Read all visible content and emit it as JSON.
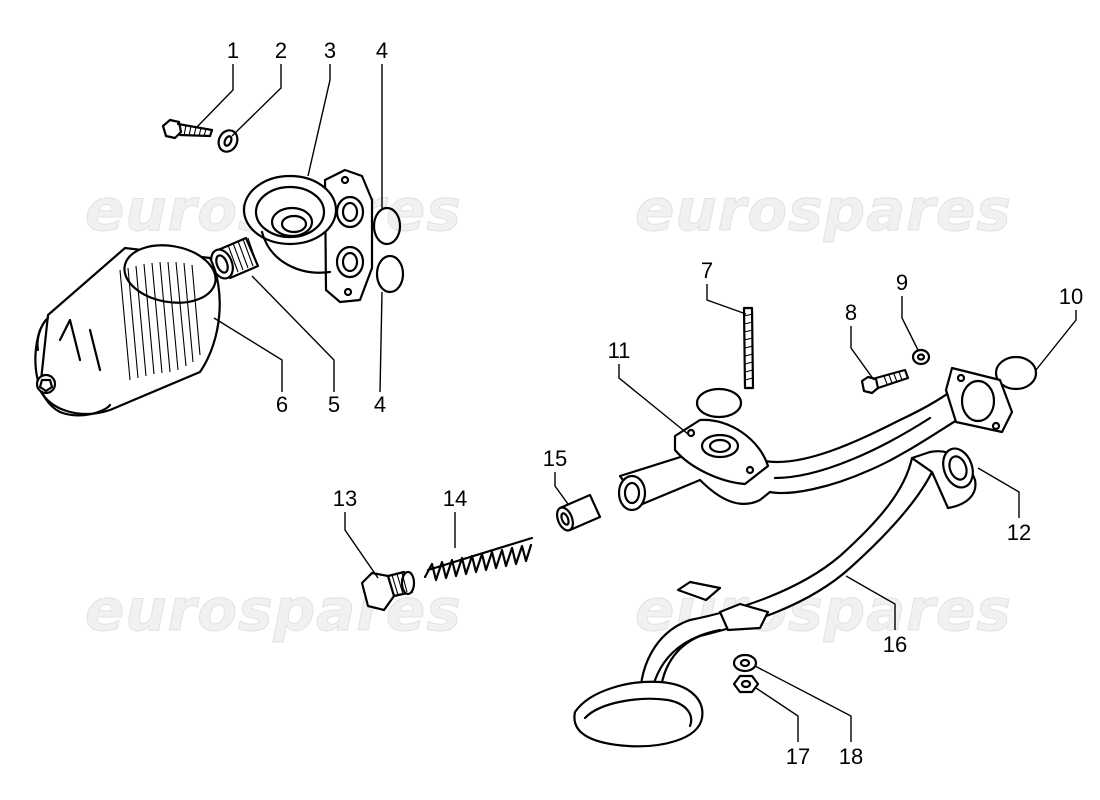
{
  "watermark": "eurospares",
  "callouts": [
    "1",
    "2",
    "3",
    "4",
    "4",
    "5",
    "6",
    "7",
    "8",
    "9",
    "10",
    "11",
    "12",
    "13",
    "14",
    "15",
    "16",
    "17",
    "18"
  ]
}
